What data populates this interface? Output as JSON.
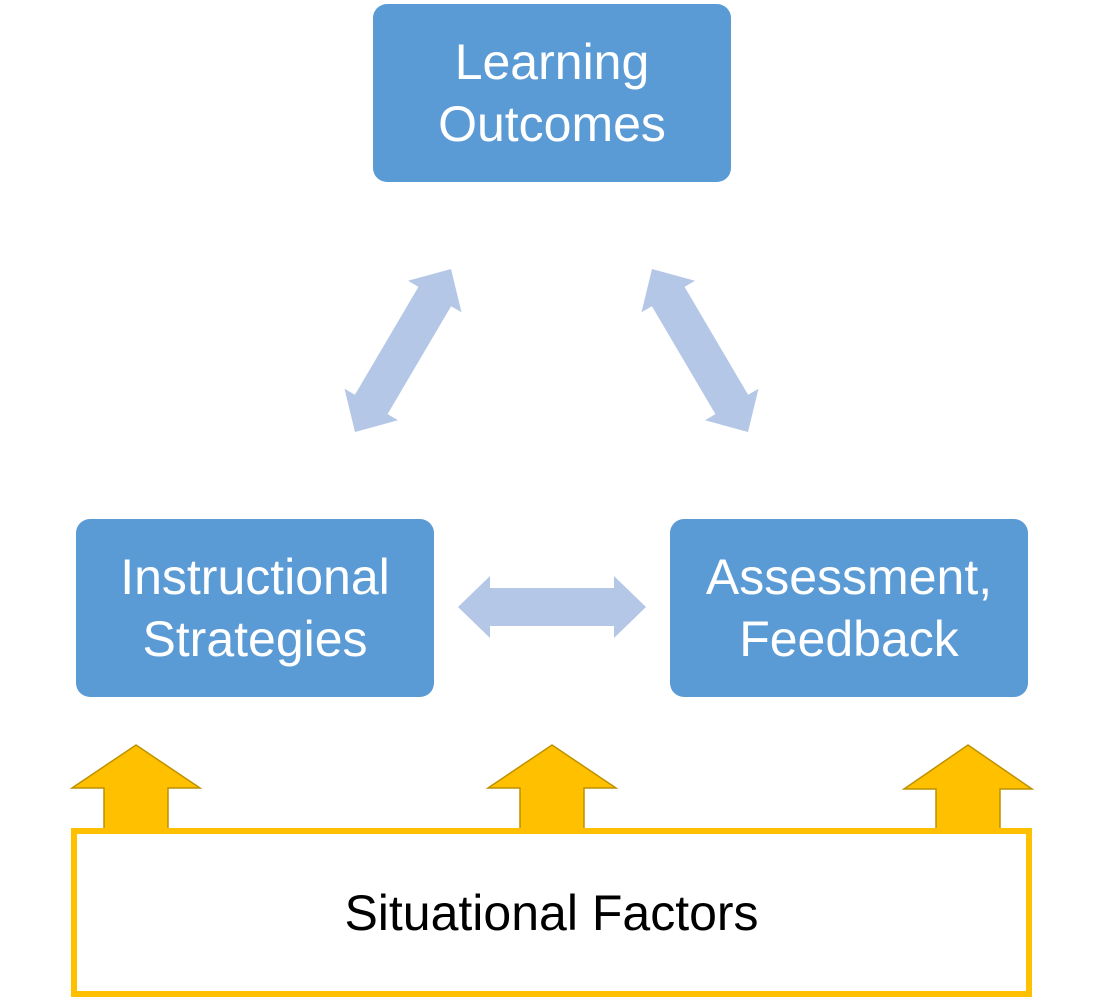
{
  "diagram": {
    "nodes": {
      "outcomes": {
        "line1": "Learning",
        "line2": "Outcomes"
      },
      "strategies": {
        "line1": "Instructional",
        "line2": "Strategies"
      },
      "assessment": {
        "line1": "Assessment,",
        "line2": "Feedback"
      }
    },
    "base": {
      "label": "Situational Factors"
    },
    "connections": [
      {
        "from": "Instructional Strategies",
        "to": "Learning Outcomes",
        "type": "bidirectional"
      },
      {
        "from": "Learning Outcomes",
        "to": "Assessment, Feedback",
        "type": "bidirectional"
      },
      {
        "from": "Instructional Strategies",
        "to": "Assessment, Feedback",
        "type": "bidirectional"
      },
      {
        "from": "Situational Factors",
        "to": "Instructional Strategies",
        "type": "unidirectional"
      },
      {
        "from": "Situational Factors",
        "to": "Learning Outcomes",
        "type": "unidirectional"
      },
      {
        "from": "Situational Factors",
        "to": "Assessment, Feedback",
        "type": "unidirectional"
      }
    ],
    "colors": {
      "node_fill": "#5b9bd5",
      "node_text": "#ffffff",
      "double_arrow": "#b4c7e7",
      "up_arrow_fill": "#ffc000",
      "up_arrow_stroke": "#bf9000",
      "base_border": "#ffc000"
    }
  }
}
